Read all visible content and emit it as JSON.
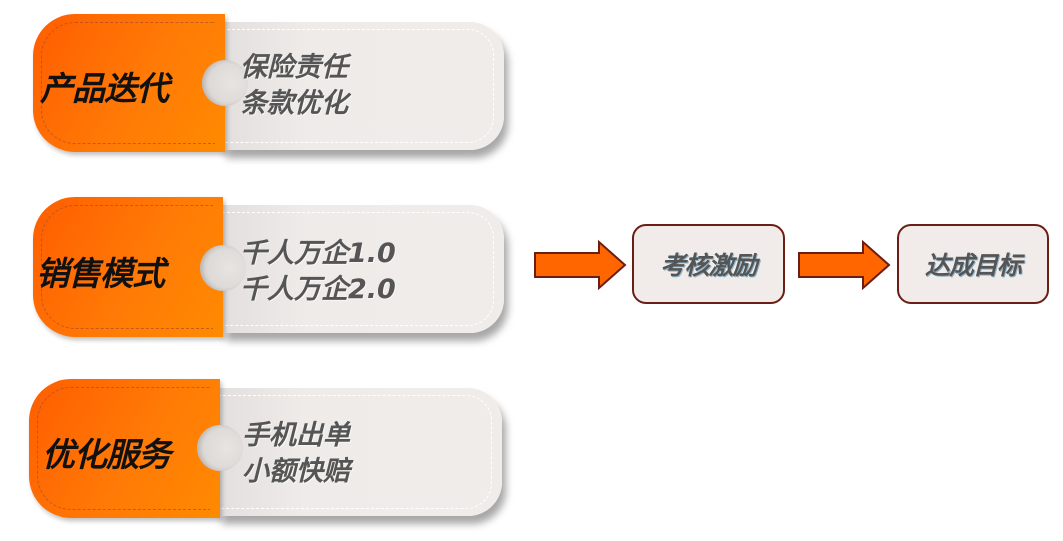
{
  "colors": {
    "orange": "#ff6a00",
    "grey_tab": "#efebe9",
    "arrow_fill": "#ff6600",
    "arrow_stroke": "#6b1f14",
    "box_fill": "#f1ecea",
    "box_border": "#6b1f14",
    "title_text": "#111111",
    "desc_text": "#555555"
  },
  "tags": [
    {
      "title": "产品迭代",
      "lines": [
        "保险责任",
        "条款优化"
      ]
    },
    {
      "title": "销售模式",
      "lines": [
        "千人万企1.0",
        "千人万企2.0"
      ]
    },
    {
      "title": "优化服务",
      "lines": [
        "手机出单",
        "小额快赔"
      ]
    }
  ],
  "flow": {
    "steps": [
      {
        "label": "考核激励"
      },
      {
        "label": "达成目标"
      }
    ],
    "arrows": [
      {
        "icon": "right-arrow-icon"
      },
      {
        "icon": "right-arrow-icon"
      }
    ]
  }
}
